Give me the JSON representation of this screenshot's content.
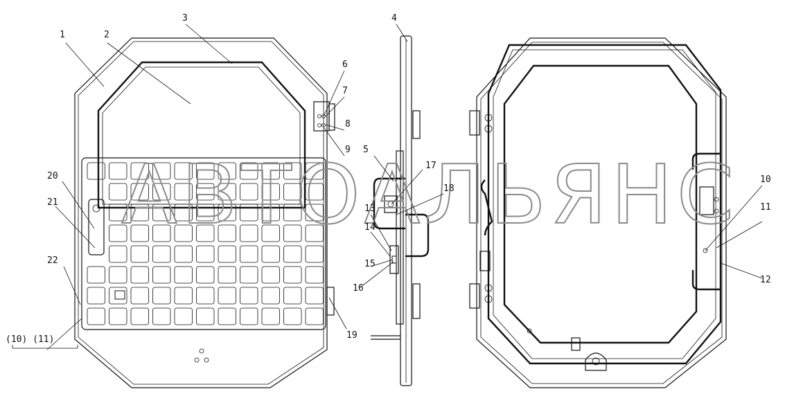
{
  "watermark": "АВТОАЛЬЯНС",
  "callouts": [
    "1",
    "2",
    "3",
    "4",
    "5",
    "6",
    "7",
    "8",
    "9",
    "10",
    "11",
    "12",
    "13",
    "14",
    "15",
    "16",
    "17",
    "18",
    "19",
    "20",
    "21",
    "22"
  ],
  "bottom_label": "(10) (11)"
}
